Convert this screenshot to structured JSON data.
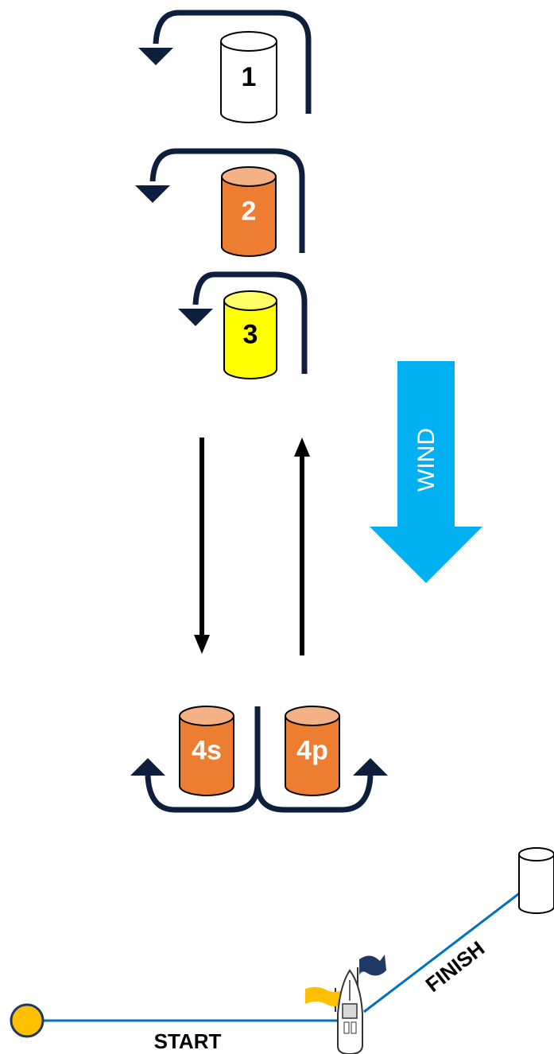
{
  "diagram": {
    "marks": [
      {
        "id": "mark-1",
        "label": "1",
        "color": "#ffffff",
        "top_color": "#ffffff",
        "text_color": "#000000"
      },
      {
        "id": "mark-2",
        "label": "2",
        "color": "#ed7d31",
        "top_color": "#f4b183",
        "text_color": "#ffffff"
      },
      {
        "id": "mark-3",
        "label": "3",
        "color": "#ffff00",
        "top_color": "#ffff66",
        "text_color": "#000000"
      },
      {
        "id": "mark-4s",
        "label": "4s",
        "color": "#ed7d31",
        "top_color": "#f4b183",
        "text_color": "#ffffff"
      },
      {
        "id": "mark-4p",
        "label": "4p",
        "color": "#ed7d31",
        "top_color": "#f4b183",
        "text_color": "#ffffff"
      }
    ],
    "wind_label": "WIND",
    "start_label": "START",
    "finish_label": "FINISH",
    "colors": {
      "course_line": "#0070c0",
      "arrow_dark": "#0d1f3d",
      "wind_arrow": "#00b0f0",
      "start_pin": "#ffc000",
      "flag_yellow": "#ffc000",
      "flag_blue": "#1f3864"
    }
  }
}
